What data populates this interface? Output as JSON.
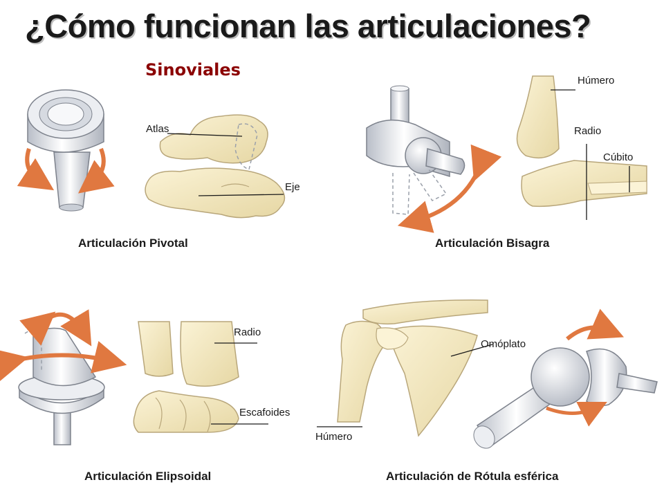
{
  "title": "¿Cómo funcionan las articulaciones?",
  "subtitle": "Sinoviales",
  "colors": {
    "bone": "#f2e6bc",
    "bone_stroke": "#b8a67a",
    "metal": "#e6e8ec",
    "arrow": "#e07840",
    "subtitle": "#8b0000"
  },
  "joints": {
    "pivot": {
      "caption": "Articulación  Pivotal",
      "labels": [
        "Atlas",
        "Eje"
      ]
    },
    "hinge": {
      "caption": "Articulación Bisagra",
      "labels": [
        "Húmero",
        "Radio",
        "Cúbito"
      ]
    },
    "ellipsoid": {
      "caption": "Articulación Elipsoidal",
      "labels": [
        "Radio",
        "Escafoides"
      ]
    },
    "ball": {
      "caption": "Articulación de Rótula esférica",
      "labels": [
        "Omóplato",
        "Húmero"
      ]
    }
  }
}
